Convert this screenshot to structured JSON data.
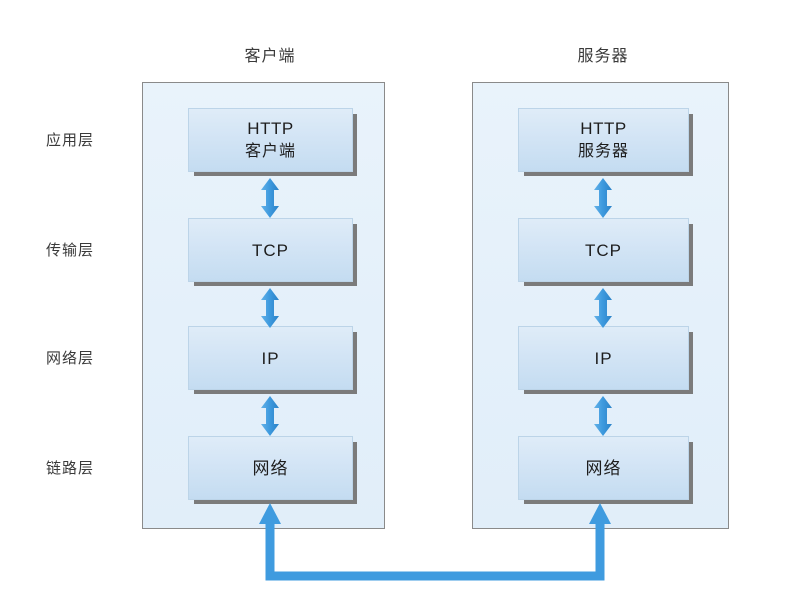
{
  "diagram": {
    "title_client": "客户端",
    "title_server": "服务器",
    "accent_color": "#3f9bdf",
    "host_fill": "#e6f1fa",
    "host_border": "#8a8a8a",
    "box_fill_top": "#dfecf8",
    "box_fill_bottom": "#c4dcf1",
    "box_shadow_color": "#7b7b7b",
    "background": "#ffffff",
    "layers": [
      {
        "label": "应用层",
        "client_line1": "HTTP",
        "client_line2": "客户端",
        "server_line1": "HTTP",
        "server_line2": "服务器"
      },
      {
        "label": "传输层",
        "client_line1": "TCP",
        "client_line2": "",
        "server_line1": "TCP",
        "server_line2": ""
      },
      {
        "label": "网络层",
        "client_line1": "IP",
        "client_line2": "",
        "server_line1": "IP",
        "server_line2": ""
      },
      {
        "label": "链路层",
        "client_line1": "网络",
        "client_line2": "",
        "server_line1": "网络",
        "server_line2": ""
      }
    ],
    "connectors": {
      "vertical_arrow_name": "double-headed-arrow",
      "bottom_link_name": "network-link-connector"
    }
  }
}
